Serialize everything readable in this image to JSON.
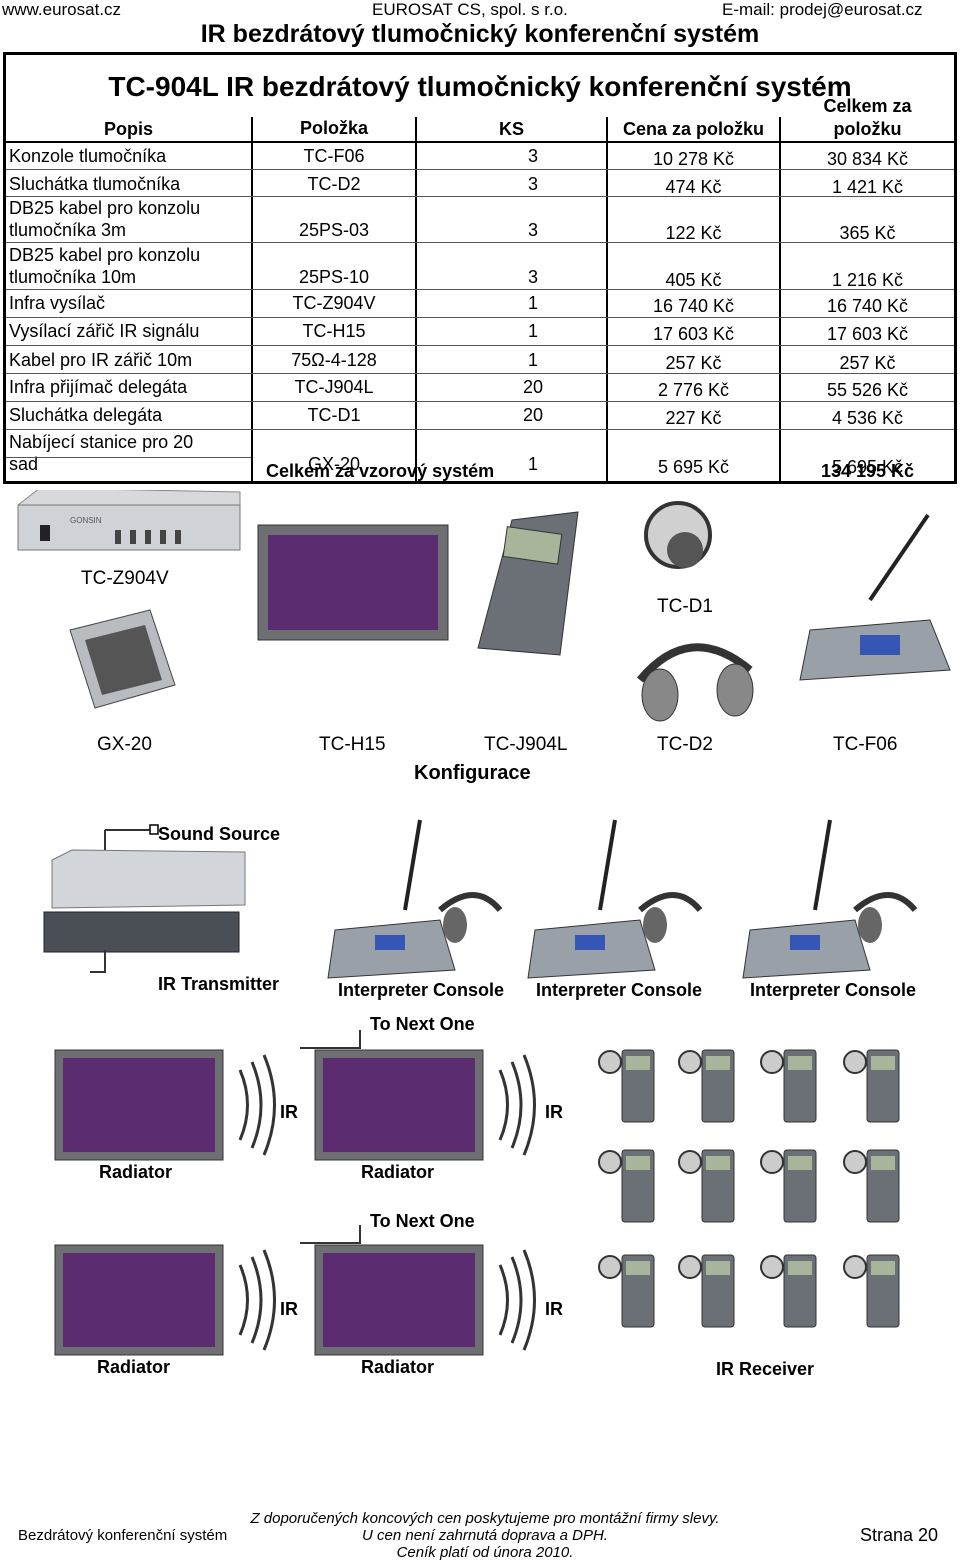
{
  "header": {
    "website": "www.eurosat.cz",
    "company": "EUROSAT CS, spol. s r.o.",
    "email": "E-mail: prodej@eurosat.cz",
    "title": "IR bezdrátový tlumočnický konferenční systém"
  },
  "table": {
    "title": "TC-904L  IR bezdrátový tlumočnický konferenční systém",
    "columns": [
      "Popis",
      "Položka",
      "KS",
      "Cena za položku",
      "Celkem za",
      "položku"
    ],
    "rows": [
      {
        "popis": "Konzole tlumočníka",
        "popis2": "",
        "polozka": "TC-F06",
        "ks": "3",
        "cena": "10 278 Kč",
        "celkem": "30 834 Kč"
      },
      {
        "popis": "Sluchátka tlumočníka",
        "popis2": "",
        "polozka": "TC-D2",
        "ks": "3",
        "cena": "474 Kč",
        "celkem": "1 421 Kč"
      },
      {
        "popis": "DB25 kabel pro konzolu",
        "popis2": "tlumočníka 3m",
        "polozka": "25PS-03",
        "ks": "3",
        "cena": "122 Kč",
        "celkem": "365 Kč"
      },
      {
        "popis": "DB25 kabel pro konzolu",
        "popis2": "tlumočníka 10m",
        "polozka": "25PS-10",
        "ks": "3",
        "cena": "405 Kč",
        "celkem": "1 216 Kč"
      },
      {
        "popis": "Infra vysílač",
        "popis2": "",
        "polozka": "TC-Z904V",
        "ks": "1",
        "cena": "16 740 Kč",
        "celkem": "16 740 Kč"
      },
      {
        "popis": "Vysílací zářič IR signálu",
        "popis2": "",
        "polozka": "TC-H15",
        "ks": "1",
        "cena": "17 603 Kč",
        "celkem": "17 603 Kč"
      },
      {
        "popis": "Kabel pro IR zářič 10m",
        "popis2": "",
        "polozka": "75Ω-4-128",
        "ks": "1",
        "cena": "257 Kč",
        "celkem": "257 Kč"
      },
      {
        "popis": "Infra přijímač delegáta",
        "popis2": "",
        "polozka": "TC-J904L",
        "ks": "20",
        "cena": "2 776 Kč",
        "celkem": "55 526 Kč"
      },
      {
        "popis": "Sluchátka delegáta",
        "popis2": "",
        "polozka": "TC-D1",
        "ks": "20",
        "cena": "227 Kč",
        "celkem": "4 536 Kč"
      },
      {
        "popis": "Nabíjecí stanice pro 20",
        "popis2": "sad",
        "polozka": "GX-20",
        "ks": "1",
        "cena": "5 695 Kč",
        "celkem": "5 695 Kč"
      }
    ],
    "total_label": "Celkem za vzorový systém",
    "total_value": "134 195 Kč"
  },
  "products": {
    "tcz904v": "TC-Z904V",
    "tcd1": "TC-D1",
    "gx20": "GX-20",
    "tch15": "TC-H15",
    "tcj904l": "TC-J904L",
    "tcd2": "TC-D2",
    "tcf06": "TC-F06",
    "brand": "GONSIN"
  },
  "config": {
    "heading": "Konfigurace",
    "sound_source": "Sound Source",
    "ir_transmitter": "IR Transmitter",
    "interpreter_console": "Interpreter Console",
    "to_next_one": "To Next One",
    "ir": "IR",
    "radiator": "Radiator",
    "ir_receiver": "IR Receiver"
  },
  "footer": {
    "left": "Bezdrátový konferenční systém",
    "line1": "Z doporučených koncových cen poskytujeme pro montážní firmy slevy.",
    "line2": "U cen není zahrnutá doprava a DPH.",
    "line3": "Ceník platí od února 2010.",
    "page": "Strana 20"
  }
}
